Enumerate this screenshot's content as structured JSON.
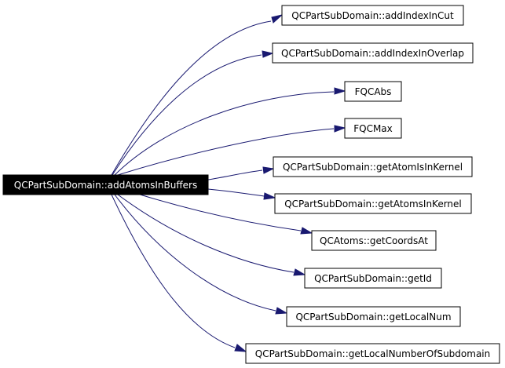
{
  "graph": {
    "root": {
      "label": "QCPartSubDomain::addAtomsInBuffers"
    },
    "callees": [
      {
        "label": "QCPartSubDomain::addIndexInCut"
      },
      {
        "label": "QCPartSubDomain::addIndexInOverlap"
      },
      {
        "label": "FQCAbs"
      },
      {
        "label": "FQCMax"
      },
      {
        "label": "QCPartSubDomain::getAtomIsInKernel"
      },
      {
        "label": "QCPartSubDomain::getAtomsInKernel"
      },
      {
        "label": "QCAtoms::getCoordsAt"
      },
      {
        "label": "QCPartSubDomain::getId"
      },
      {
        "label": "QCPartSubDomain::getLocalNum"
      },
      {
        "label": "QCPartSubDomain::getLocalNumberOfSubdomain"
      }
    ],
    "colors": {
      "edge": "#191970",
      "root_fill": "#000000",
      "root_text": "#ffffff",
      "node_border": "#000000"
    }
  }
}
